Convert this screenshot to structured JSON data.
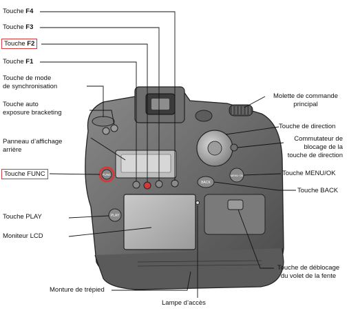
{
  "labels": {
    "f4_prefix": "Touche ",
    "f4_key": "F4",
    "f3_prefix": "Touche ",
    "f3_key": "F3",
    "f2_prefix": "Touche ",
    "f2_key": "F2",
    "f1_prefix": "Touche ",
    "f1_key": "F1",
    "sync_line1": "Touche de mode",
    "sync_line2": "de synchronisation",
    "bracket_line1": "Touche auto",
    "bracket_line2": "exposure bracketing",
    "rear_panel_line1": "Panneau d’affichage",
    "rear_panel_line2": "arrière",
    "func": "Touche FUNC",
    "play": "Touche PLAY",
    "lcd": "Moniteur LCD",
    "tripod": "Monture de trépied",
    "access_lamp": "Lampe d’accès",
    "dial_line1": "Molette de commande",
    "dial_line2": "principal",
    "direction": "Touche de direction",
    "lock_line1": "Commutateur de",
    "lock_line2": "blocage de la",
    "lock_line3": "touche de direction",
    "menu_ok": "Touche MENU/OK",
    "back": "Touche BACK",
    "slot_line1": "Touche de déblocage",
    "slot_line2": "du volet de la fente"
  },
  "camera_marks": {
    "func": "FUNC",
    "play": "PLAY",
    "back": "BACK",
    "menu_ok": "MENU OK"
  },
  "colors": {
    "highlight": "#d23a3a",
    "callout_line": "#111111"
  }
}
